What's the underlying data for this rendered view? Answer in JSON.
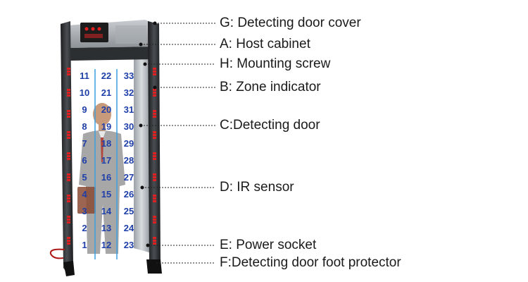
{
  "labels": {
    "G": "G: Detecting door cover",
    "A": "A: Host cabinet",
    "H": "H: Mounting screw",
    "B": "B: Zone indicator",
    "C": "C:Detecting door",
    "D": "D: IR sensor",
    "E": "E: Power socket",
    "F": "F:Detecting door foot protector"
  },
  "zones": {
    "left": [
      "11",
      "10",
      "9",
      "8",
      "7",
      "6",
      "5",
      "4",
      "3",
      "2",
      "1"
    ],
    "middle": [
      "22",
      "21",
      "20",
      "19",
      "18",
      "17",
      "16",
      "15",
      "14",
      "13",
      "12"
    ],
    "right": [
      "33",
      "32",
      "31",
      "30",
      "29",
      "28",
      "27",
      "26",
      "25",
      "24",
      "23"
    ]
  },
  "colors": {
    "frame": "#3a3d40",
    "led": "#e02020",
    "zone_text": "#1f3fa8",
    "zone_line": "#3aa0e0",
    "leader": "#222222"
  }
}
